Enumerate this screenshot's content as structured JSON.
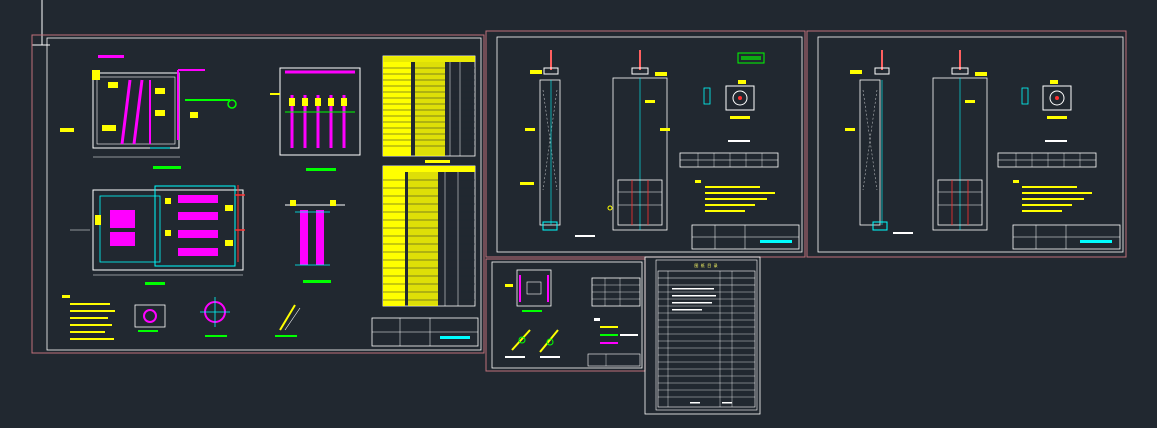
{
  "canvas": {
    "background": "#212830",
    "layers": {
      "frame": "#c0707a",
      "inner_frame": "#ffffff",
      "yellow": "#ffff00",
      "magenta": "#ff00ff",
      "cyan": "#00ffff",
      "green": "#00ff00",
      "red": "#ff3030",
      "white": "#ffffff"
    }
  },
  "sheets": [
    {
      "id": "sheet-1",
      "type": "plan-and-sections"
    },
    {
      "id": "sheet-2",
      "type": "gate-elevation"
    },
    {
      "id": "sheet-3",
      "type": "gate-elevation"
    },
    {
      "id": "sheet-4",
      "type": "details"
    },
    {
      "id": "sheet-5",
      "type": "drawing-index"
    }
  ],
  "index_sheet": {
    "title": "图 纸 目 录"
  }
}
